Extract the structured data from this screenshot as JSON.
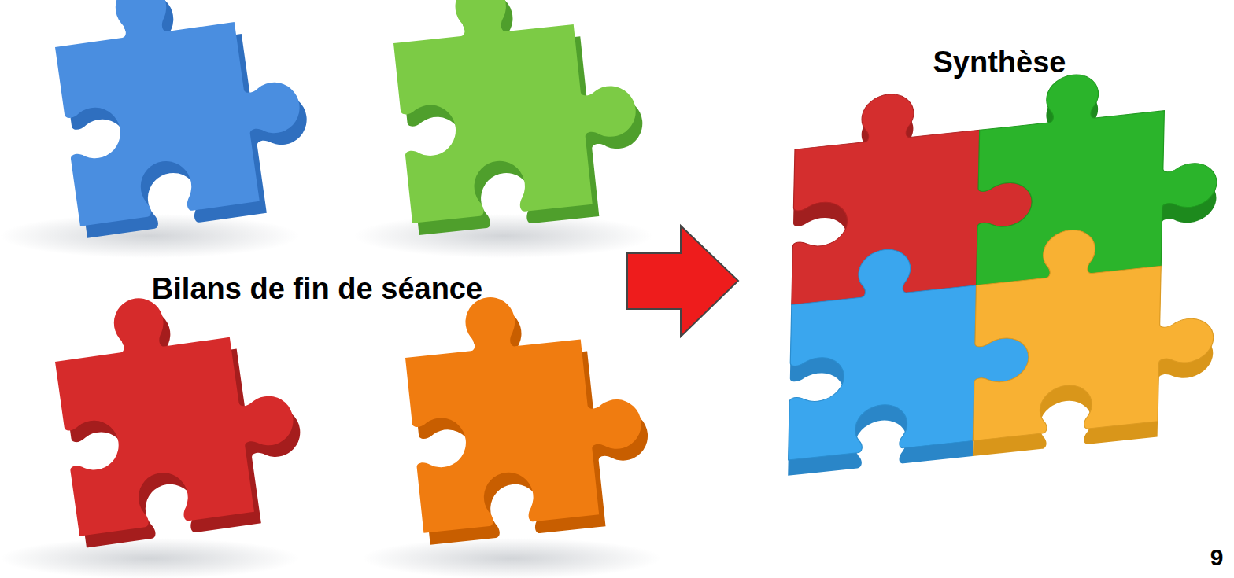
{
  "diagram": {
    "labels": [
      "Bilans de fin de séance",
      "Synthèse",
      "9"
    ]
  }
}
